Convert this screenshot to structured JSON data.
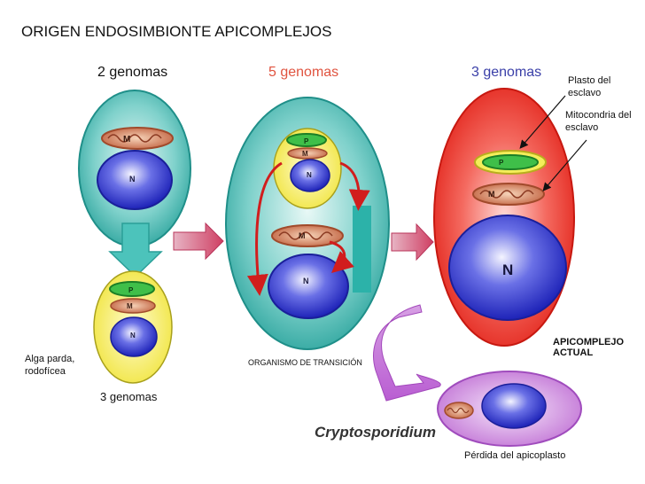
{
  "title": "ORIGEN ENDOSIMBIONTE APICOMPLEJOS",
  "headers": [
    "2 genomas",
    "5 genomas",
    "3 genomas"
  ],
  "labels": {
    "plasto": "Plasto del esclavo",
    "mitocondria": "Mitocondria del esclavo",
    "alga": "Alga parda, rodofícea",
    "alga_genomes": "3 genomas",
    "transicion": "ORGANISMO DE TRANSICIÓN",
    "apicomplejo": "APICOMPLEJO ACTUAL",
    "cryptosporidium": "Cryptosporidium",
    "perdida": "Pérdida del apicoplasto"
  },
  "organelles": {
    "nucleus": "N",
    "mitochondrion": "M",
    "plastid": "P"
  },
  "colors": {
    "host_teal": "#3bb3ad",
    "alga_yellow": "#f2e94a",
    "apicomplexan_red": "#ee2a1f",
    "crypto_purple": "#c87ad6",
    "nucleus_blue": "#2a33c9",
    "plastid_green": "#39b54a",
    "arrow_red": "#d9456a"
  }
}
